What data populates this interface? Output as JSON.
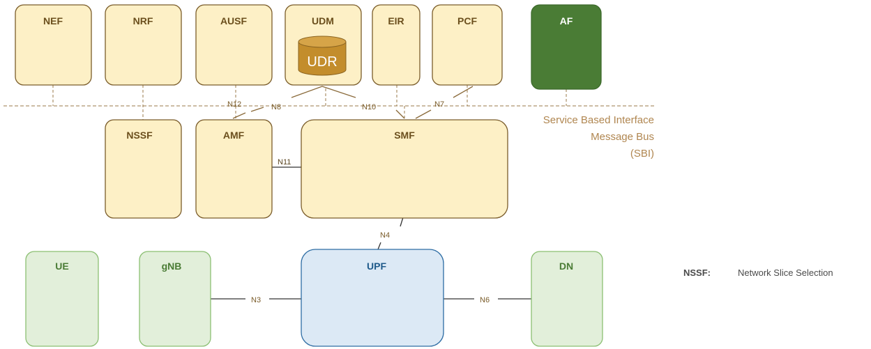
{
  "core_nfs": {
    "nef": "NEF",
    "nrf": "NRF",
    "ausf": "AUSF",
    "udm": "UDM",
    "udr": "UDR",
    "eir": "EIR",
    "pcf": "PCF",
    "af": "AF",
    "nssf": "NSSF",
    "amf": "AMF",
    "smf": "SMF"
  },
  "user_plane": {
    "ue": "UE",
    "gnb": "gNB",
    "upf": "UPF",
    "dn": "DN"
  },
  "interfaces": {
    "n12": "N12",
    "n8": "N8",
    "n10": "N10",
    "n7": "N7",
    "n11": "N11",
    "n4": "N4",
    "n3": "N3",
    "n6": "N6"
  },
  "sbi_label": {
    "line1": "Service Based Interface",
    "line2": "Message Bus",
    "line3": "(SBI)"
  },
  "legend": {
    "abbr": "NSSF:",
    "description": "Network Slice Selection"
  },
  "colors": {
    "core_fill": "#fdf0c6",
    "core_stroke": "#7a5c2a",
    "core_text": "#6b4f1d",
    "af_fill": "#4a7c35",
    "ue_fill": "#e2efda",
    "ue_stroke": "#8bbf72",
    "ue_text": "#4a7c35",
    "upf_fill": "#dce9f5",
    "upf_stroke": "#2e6da4",
    "upf_text": "#1f5a8a",
    "udr_fill": "#c38d2c"
  }
}
